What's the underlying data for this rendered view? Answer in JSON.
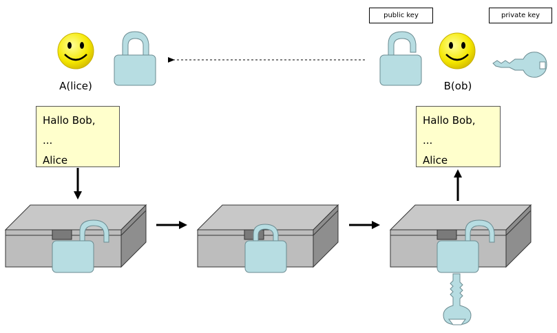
{
  "legend": {
    "public_key_label": "public key",
    "private_key_label": "private key"
  },
  "people": {
    "alice": {
      "name": "A(lice)"
    },
    "bob": {
      "name": "B(ob)"
    }
  },
  "message": {
    "greeting": "Hallo Bob,",
    "body": "...",
    "signature": "Alice"
  },
  "colors": {
    "lock_fill": "#b7dde2",
    "note_fill": "#ffffcc",
    "smiley_fill": "#f5e800",
    "box_top": "#c8c8c8",
    "box_front": "#bdbdbd",
    "box_side": "#8e8e8e"
  }
}
